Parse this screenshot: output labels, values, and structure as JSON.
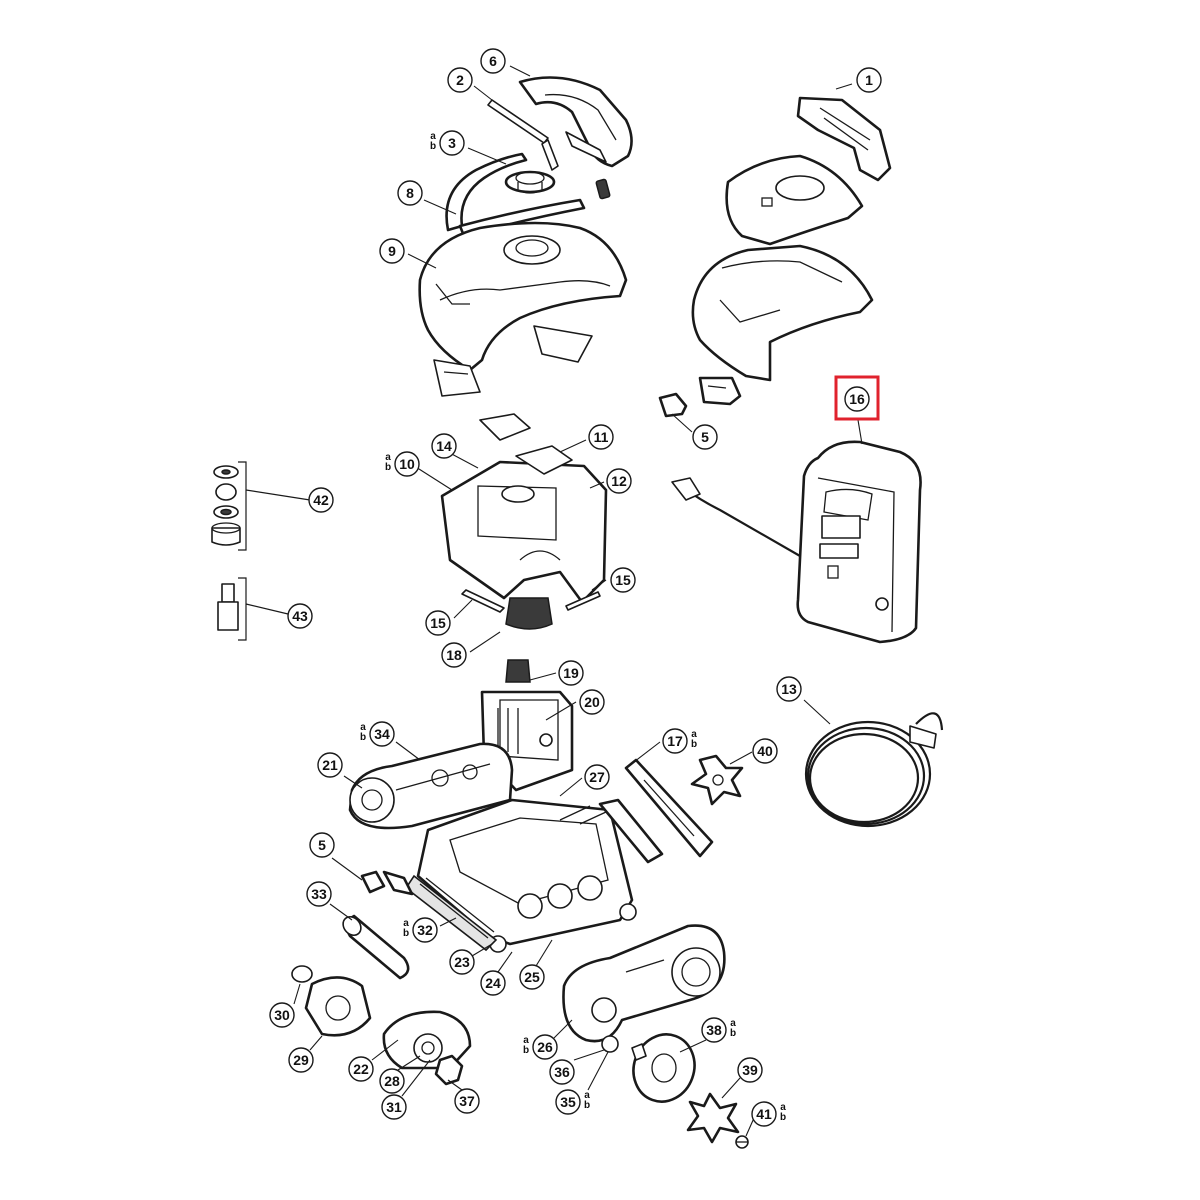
{
  "diagram": {
    "highlight_color": "#e0222d",
    "highlighted_part": "16",
    "callouts": [
      {
        "id": "c1",
        "num": "1",
        "sub": ""
      },
      {
        "id": "c2",
        "num": "2",
        "sub": ""
      },
      {
        "id": "c3",
        "num": "3",
        "sub": "a b"
      },
      {
        "id": "c5a",
        "num": "5",
        "sub": ""
      },
      {
        "id": "c5b",
        "num": "5",
        "sub": ""
      },
      {
        "id": "c6",
        "num": "6",
        "sub": ""
      },
      {
        "id": "c8",
        "num": "8",
        "sub": ""
      },
      {
        "id": "c9",
        "num": "9",
        "sub": ""
      },
      {
        "id": "c10",
        "num": "10",
        "sub": "a b"
      },
      {
        "id": "c11",
        "num": "11",
        "sub": ""
      },
      {
        "id": "c12",
        "num": "12",
        "sub": ""
      },
      {
        "id": "c13",
        "num": "13",
        "sub": ""
      },
      {
        "id": "c14",
        "num": "14",
        "sub": ""
      },
      {
        "id": "c15a",
        "num": "15",
        "sub": ""
      },
      {
        "id": "c15b",
        "num": "15",
        "sub": ""
      },
      {
        "id": "c16",
        "num": "16",
        "sub": ""
      },
      {
        "id": "c17",
        "num": "17",
        "sub": "a b"
      },
      {
        "id": "c18",
        "num": "18",
        "sub": ""
      },
      {
        "id": "c19",
        "num": "19",
        "sub": ""
      },
      {
        "id": "c20",
        "num": "20",
        "sub": ""
      },
      {
        "id": "c21",
        "num": "21",
        "sub": ""
      },
      {
        "id": "c22",
        "num": "22",
        "sub": ""
      },
      {
        "id": "c23",
        "num": "23",
        "sub": ""
      },
      {
        "id": "c24",
        "num": "24",
        "sub": ""
      },
      {
        "id": "c25",
        "num": "25",
        "sub": ""
      },
      {
        "id": "c26",
        "num": "26",
        "sub": "a b"
      },
      {
        "id": "c27",
        "num": "27",
        "sub": ""
      },
      {
        "id": "c28",
        "num": "28",
        "sub": ""
      },
      {
        "id": "c29",
        "num": "29",
        "sub": ""
      },
      {
        "id": "c30",
        "num": "30",
        "sub": ""
      },
      {
        "id": "c31",
        "num": "31",
        "sub": ""
      },
      {
        "id": "c32",
        "num": "32",
        "sub": "a b"
      },
      {
        "id": "c33",
        "num": "33",
        "sub": ""
      },
      {
        "id": "c34",
        "num": "34",
        "sub": "a b"
      },
      {
        "id": "c35",
        "num": "35",
        "sub": "a b"
      },
      {
        "id": "c36",
        "num": "36",
        "sub": ""
      },
      {
        "id": "c37",
        "num": "37",
        "sub": ""
      },
      {
        "id": "c38",
        "num": "38",
        "sub": "a b"
      },
      {
        "id": "c39",
        "num": "39",
        "sub": ""
      },
      {
        "id": "c40",
        "num": "40",
        "sub": ""
      },
      {
        "id": "c41",
        "num": "41",
        "sub": "a b"
      },
      {
        "id": "c42",
        "num": "42",
        "sub": ""
      },
      {
        "id": "c43",
        "num": "43",
        "sub": ""
      }
    ]
  }
}
